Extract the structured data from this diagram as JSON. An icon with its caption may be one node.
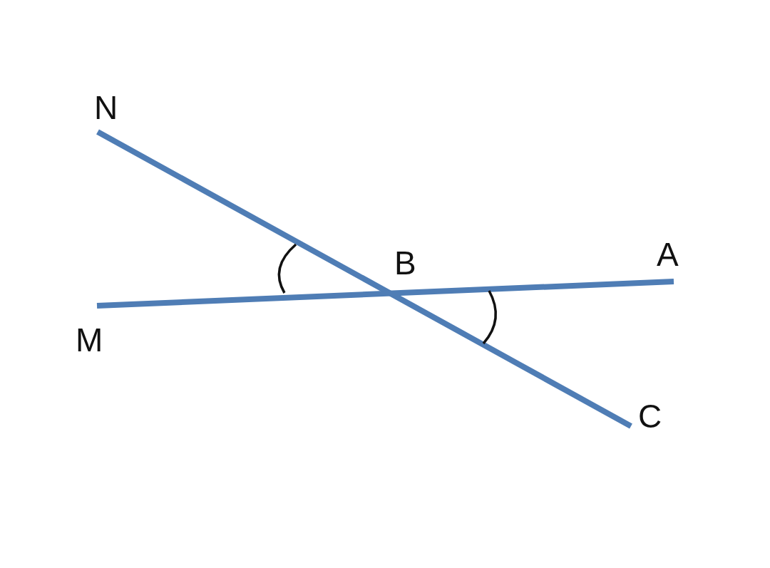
{
  "diagram": {
    "labels": [
      "N",
      "A",
      "B",
      "M",
      "C"
    ]
  }
}
